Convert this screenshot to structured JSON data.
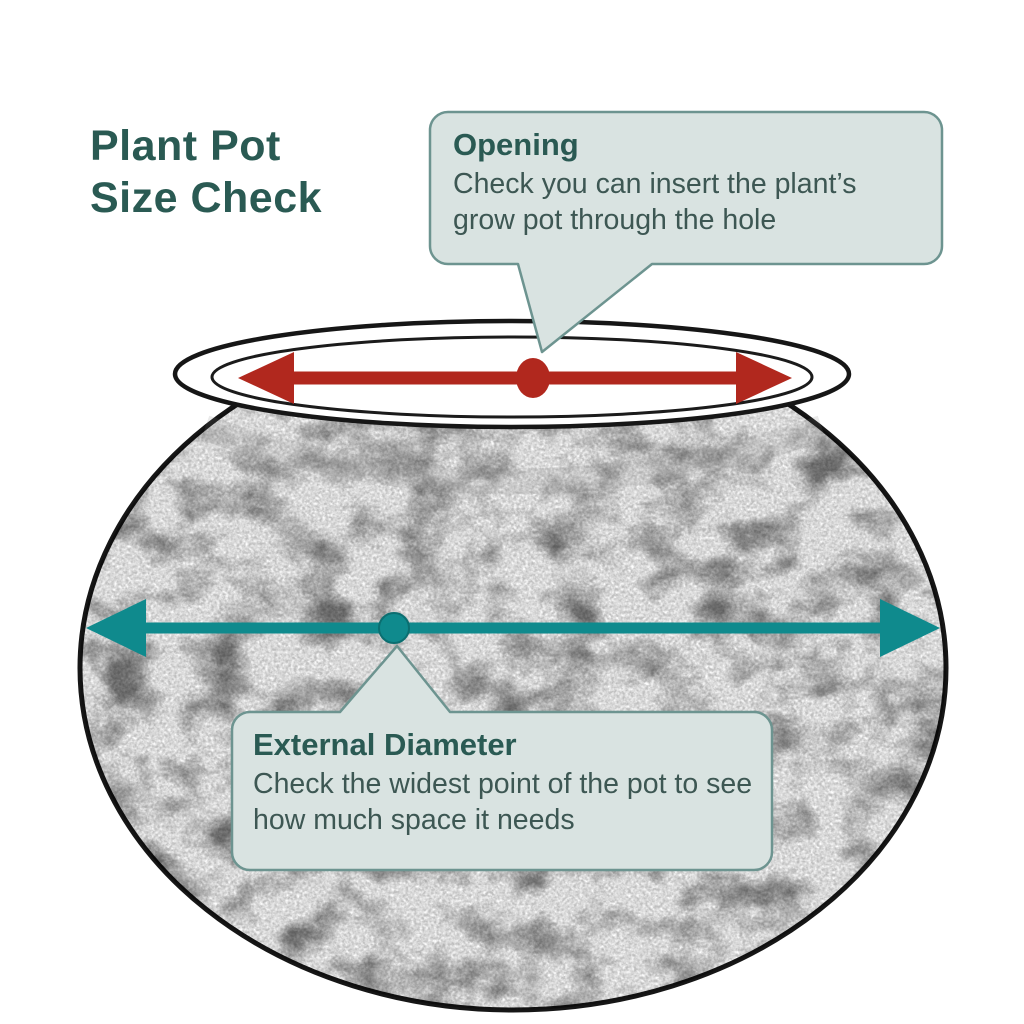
{
  "title": {
    "line1": "Plant Pot",
    "line2": "Size Check"
  },
  "callouts": {
    "opening": {
      "heading": "Opening",
      "body": "Check you can insert the plant’s grow pot through the hole"
    },
    "external_diameter": {
      "heading": "External Diameter",
      "body": "Check the widest point of the pot to see how much space it needs"
    }
  },
  "colors": {
    "title_text": "#2a5a53",
    "callout_fill": "#d9e3e1",
    "callout_border": "#6d9490",
    "opening_arrow": "#b1281e",
    "diameter_arrow": "#0f8a8d",
    "body_text": "#3d5753",
    "sketch_line": "#161616"
  }
}
